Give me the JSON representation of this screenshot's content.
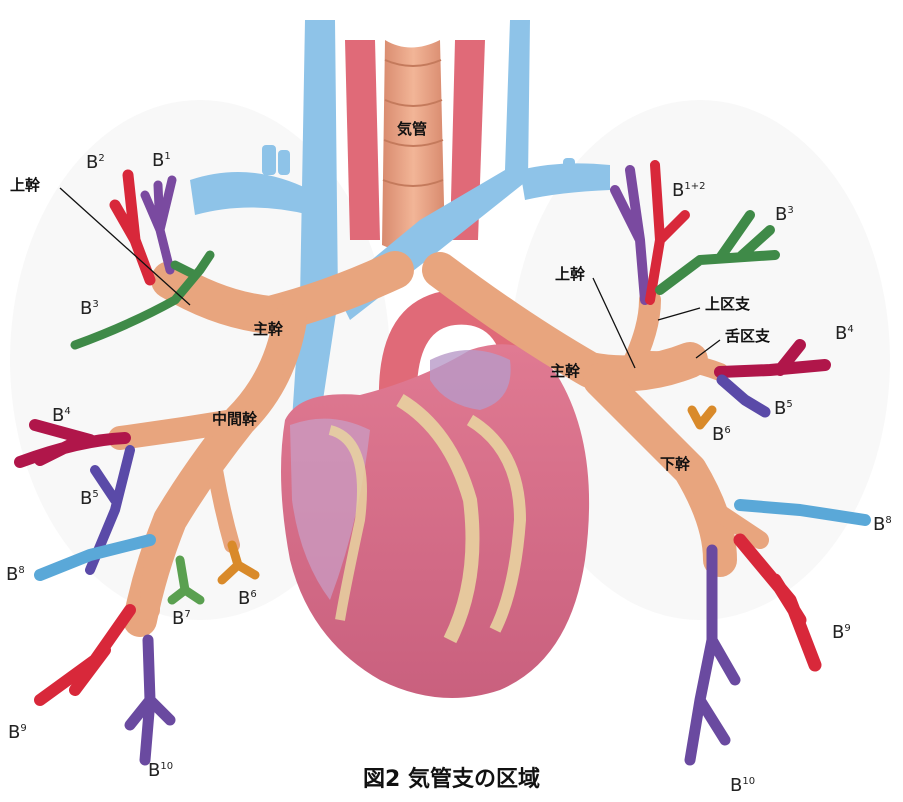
{
  "caption": "図2  気管支の区域",
  "labels": {
    "trachea": "気管",
    "right_upper_trunk": "上幹",
    "right_main_trunk": "主幹",
    "right_intermediate_trunk": "中間幹",
    "left_upper_trunk": "上幹",
    "left_upper_division": "上区支",
    "left_lingular_division": "舌区支",
    "left_main_trunk": "主幹",
    "left_lower_trunk": "下幹"
  },
  "segments": {
    "r_b1": {
      "base": "B",
      "sup": "1"
    },
    "r_b2": {
      "base": "B",
      "sup": "2"
    },
    "r_b3": {
      "base": "B",
      "sup": "3"
    },
    "r_b4": {
      "base": "B",
      "sup": "4"
    },
    "r_b5": {
      "base": "B",
      "sup": "5"
    },
    "r_b6": {
      "base": "B",
      "sup": "6"
    },
    "r_b7": {
      "base": "B",
      "sup": "7"
    },
    "r_b8": {
      "base": "B",
      "sup": "8"
    },
    "r_b9": {
      "base": "B",
      "sup": "9"
    },
    "r_b10": {
      "base": "B",
      "sup": "10"
    },
    "l_b1_2": {
      "base": "B",
      "sup": "1+2"
    },
    "l_b3": {
      "base": "B",
      "sup": "3"
    },
    "l_b4": {
      "base": "B",
      "sup": "4"
    },
    "l_b5": {
      "base": "B",
      "sup": "5"
    },
    "l_b6": {
      "base": "B",
      "sup": "6"
    },
    "l_b8": {
      "base": "B",
      "sup": "8"
    },
    "l_b9": {
      "base": "B",
      "sup": "9"
    },
    "l_b10": {
      "base": "B",
      "sup": "10"
    }
  },
  "colors": {
    "bronchus": "#e8a57e",
    "vein": "#8ec3e8",
    "artery": "#e06a78",
    "heart": "#d96a88",
    "fat": "#e8d3a0",
    "b1_purple": "#7a4aa0",
    "b2_red": "#d8283a",
    "b3_green": "#3f8a48",
    "b4_crimson": "#b0164a",
    "b5_indigo": "#5a4aa8",
    "b6_orange": "#d98a2a",
    "b7_green": "#5aa050",
    "b8_blue": "#5aa8d8",
    "b9_red": "#d8283a",
    "b10_purple": "#6a4aa0"
  }
}
